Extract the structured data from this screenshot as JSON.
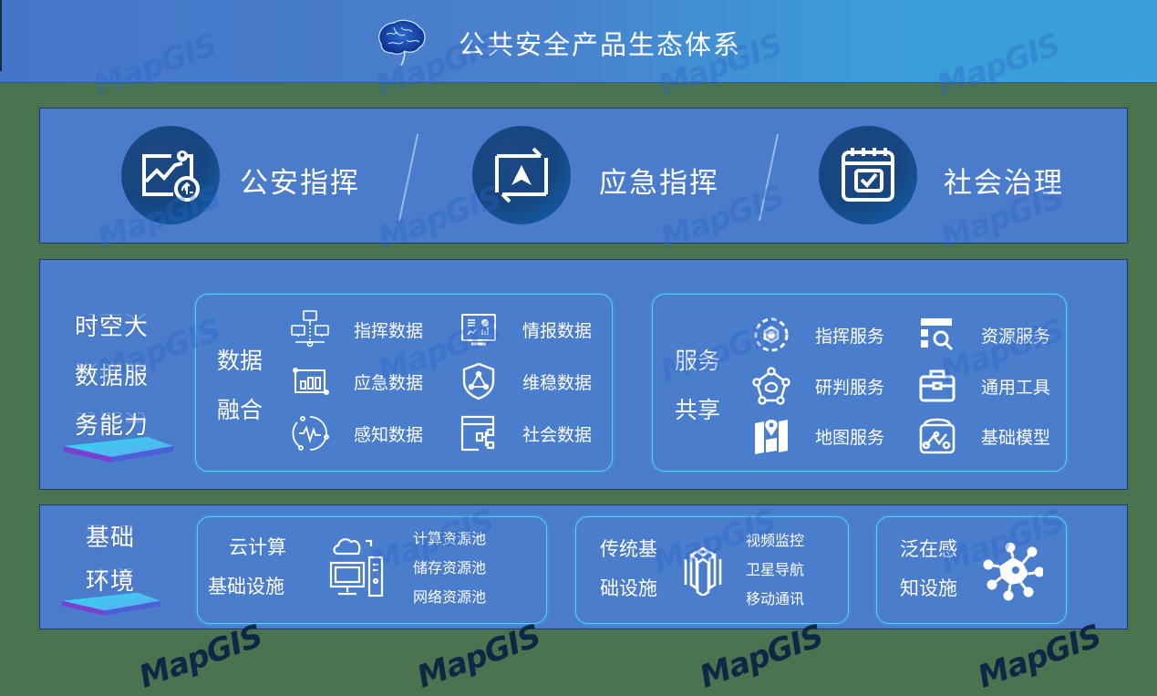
{
  "header": {
    "title": "公共安全产品生态体系",
    "icon": "brain-icon"
  },
  "applications": [
    {
      "label": "公安指挥",
      "icon": "map-route-chart-icon"
    },
    {
      "label": "应急指挥",
      "icon": "navigation-arrow-icon"
    },
    {
      "label": "社会治理",
      "icon": "calendar-check-icon"
    }
  ],
  "data_services": {
    "section_title": [
      "时空大",
      "数据服",
      "务能力"
    ],
    "data_fusion": {
      "title": [
        "数据",
        "融合"
      ],
      "items": [
        {
          "label": "指挥数据",
          "icon": "network-computers-icon"
        },
        {
          "label": "情报数据",
          "icon": "dashboard-monitor-icon"
        },
        {
          "label": "应急数据",
          "icon": "bar-chart-icon"
        },
        {
          "label": "维稳数据",
          "icon": "shield-triangle-icon"
        },
        {
          "label": "感知数据",
          "icon": "pulse-circle-icon"
        },
        {
          "label": "社会数据",
          "icon": "window-hierarchy-icon"
        }
      ]
    },
    "service_sharing": {
      "title": [
        "服务",
        "共享"
      ],
      "items": [
        {
          "label": "指挥服务",
          "icon": "hexagon-gear-icon"
        },
        {
          "label": "资源服务",
          "icon": "list-search-icon"
        },
        {
          "label": "研判服务",
          "icon": "pentagon-nodes-icon"
        },
        {
          "label": "通用工具",
          "icon": "toolbox-icon"
        },
        {
          "label": "地图服务",
          "icon": "map-pin-icon"
        },
        {
          "label": "基础模型",
          "icon": "model-graph-icon"
        }
      ]
    }
  },
  "infrastructure": {
    "section_title": [
      "基础",
      "环境"
    ],
    "cloud": {
      "title": [
        "云计算",
        "基础设施"
      ],
      "icon": "cloud-computer-icon",
      "items": [
        "计算资源池",
        "储存资源池",
        "网络资源池"
      ]
    },
    "traditional": {
      "title": [
        "传统基",
        "础设施"
      ],
      "icon": "building-blocks-icon",
      "items": [
        "视频监控",
        "卫星导航",
        "移动通讯"
      ]
    },
    "iot": {
      "title": [
        "泛在感",
        "知设施"
      ],
      "icon": "sensor-network-icon"
    }
  },
  "watermark": "MapGIS",
  "colors": {
    "panel": "#4a7ccb",
    "border_accent": "#4fd6f2",
    "circle_dark": "#174580",
    "background": "#4a7350"
  }
}
